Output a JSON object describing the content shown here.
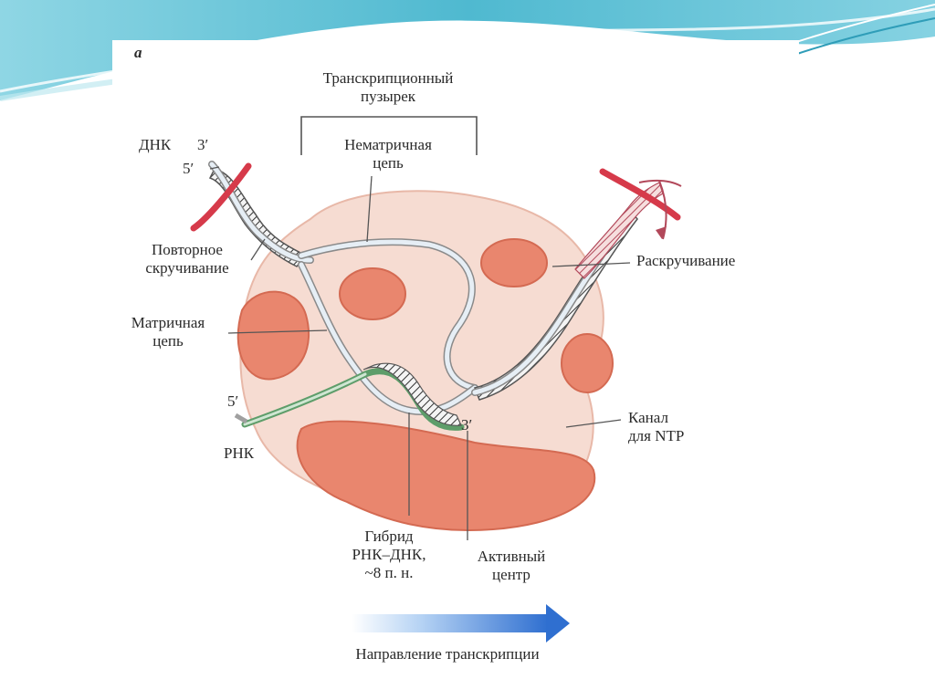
{
  "colors": {
    "header_wave": "#5fc6d8",
    "header_wave_light": "#bfe8f0",
    "protein_body": "#f6dcd2",
    "protein_lobe": "#e9866e",
    "protein_lobe_dark": "#d46a52",
    "rna_strand": "#5e9d6a",
    "unwinding_marker": "#d63a4a",
    "arrow_blue": "#3f7fd6",
    "label_line": "#555555"
  },
  "diagram": {
    "panel_letter": "a",
    "labels": {
      "bubble_line1": "Транскрипционный",
      "bubble_line2": "пузырек",
      "nontemplate_line1": "Нематричная",
      "nontemplate_line2": "цепь",
      "dna": "ДНК",
      "dna_end_3": "3′",
      "dna_end_5": "5′",
      "rewinding_line1": "Повторное",
      "rewinding_line2": "скручивание",
      "template_line1": "Матричная",
      "template_line2": "цепь",
      "unwinding": "Раскручивание",
      "rna_end_5": "5′",
      "rna": "РНК",
      "rna_end_3": "3′",
      "hybrid_line1": "Гибрид",
      "hybrid_line2": "РНК–ДНК,",
      "hybrid_line3": "~8 п. н.",
      "active_line1": "Активный",
      "active_line2": "центр",
      "channel_line1": "Канал",
      "channel_line2": "для NTP",
      "direction": "Направление транскрипции"
    }
  }
}
